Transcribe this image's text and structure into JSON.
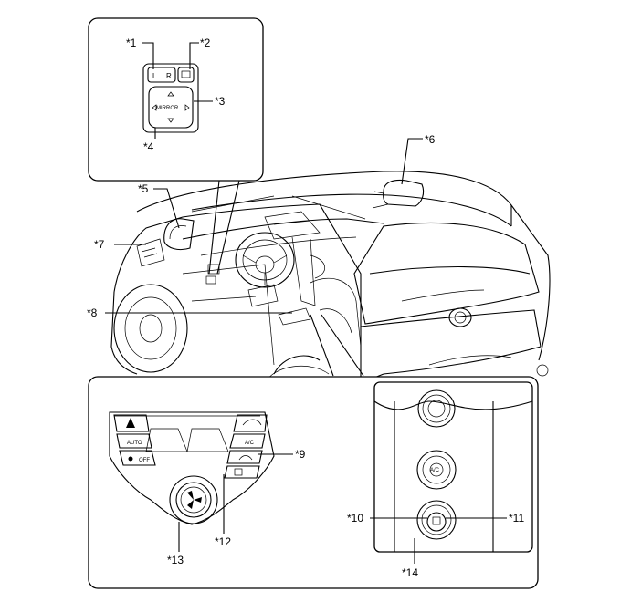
{
  "callouts": {
    "c1": "*1",
    "c2": "*2",
    "c3": "*3",
    "c4": "*4",
    "c5": "*5",
    "c6": "*6",
    "c7": "*7",
    "c8": "*8",
    "c9": "*9",
    "c10": "*10",
    "c11": "*11",
    "c12": "*12",
    "c13": "*13",
    "c14": "*14"
  },
  "mirror_switch": {
    "left": "L",
    "right": "R",
    "main": "MIRROR"
  },
  "hvac": {
    "auto": "AUTO",
    "ac": "A/C",
    "off": "OFF"
  }
}
